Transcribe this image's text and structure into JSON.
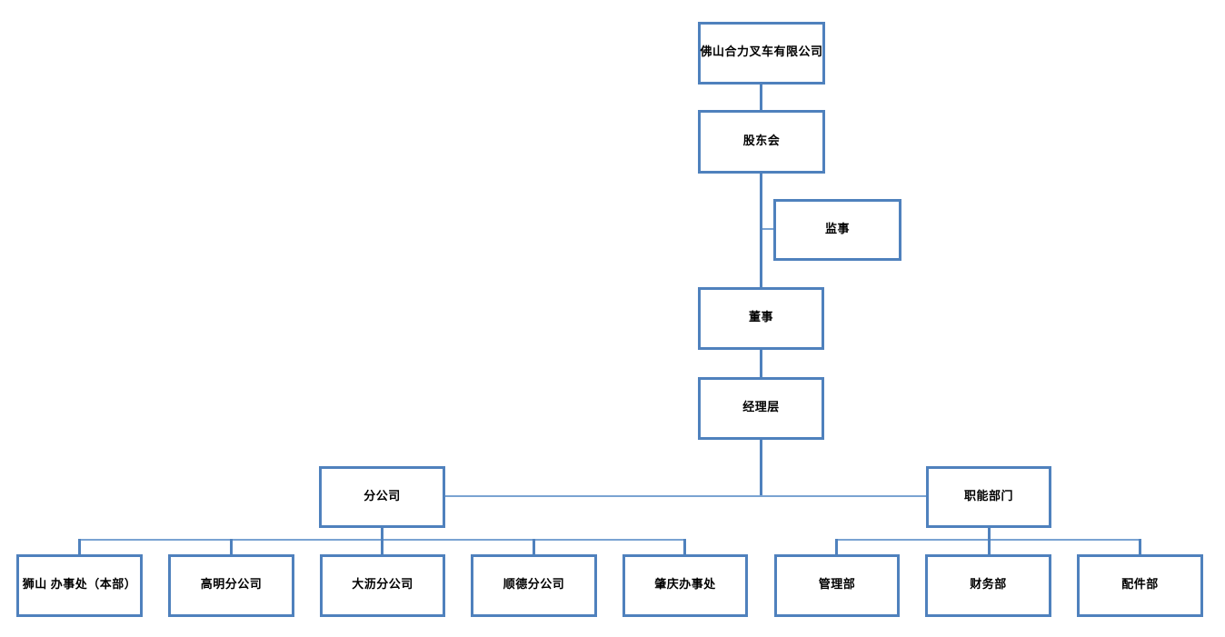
{
  "diagram": {
    "type": "org-chart",
    "background": "#ffffff",
    "colors": {
      "box_border": "#4f81bd",
      "connector": "#4f81bd",
      "connector_light": "#7aa3d2",
      "text": "#000000"
    },
    "nodes": [
      {
        "id": "company",
        "label": "佛山合力叉车有限公司"
      },
      {
        "id": "shareholders-meeting",
        "label": "股东会"
      },
      {
        "id": "supervisor",
        "label": "监事"
      },
      {
        "id": "director",
        "label": "董事"
      },
      {
        "id": "management-level",
        "label": "经理层"
      },
      {
        "id": "branch-companies",
        "label": "分公司"
      },
      {
        "id": "functional-departments",
        "label": "职能部门"
      },
      {
        "id": "shishan-office-hq",
        "label": "狮山 办事处（本部）"
      },
      {
        "id": "gaoming-branch",
        "label": "高明分公司"
      },
      {
        "id": "dali-branch",
        "label": "大沥分公司"
      },
      {
        "id": "shunde-branch",
        "label": "顺德分公司"
      },
      {
        "id": "zhaoqing-office",
        "label": "肇庆办事处"
      },
      {
        "id": "management-dept",
        "label": "管理部"
      },
      {
        "id": "finance-dept",
        "label": "财务部"
      },
      {
        "id": "parts-dept",
        "label": "配件部"
      }
    ],
    "edges": [
      {
        "from": "company",
        "to": "shareholders-meeting"
      },
      {
        "from": "shareholders-meeting",
        "to": "director"
      },
      {
        "from": "shareholders-meeting",
        "to": "supervisor",
        "note": "side stub off trunk"
      },
      {
        "from": "director",
        "to": "management-level"
      },
      {
        "from": "management-level",
        "to": "branch-companies"
      },
      {
        "from": "management-level",
        "to": "functional-departments"
      },
      {
        "from": "branch-companies",
        "to": "shishan-office-hq"
      },
      {
        "from": "branch-companies",
        "to": "gaoming-branch"
      },
      {
        "from": "branch-companies",
        "to": "dali-branch"
      },
      {
        "from": "branch-companies",
        "to": "shunde-branch"
      },
      {
        "from": "branch-companies",
        "to": "zhaoqing-office"
      },
      {
        "from": "functional-departments",
        "to": "management-dept"
      },
      {
        "from": "functional-departments",
        "to": "finance-dept"
      },
      {
        "from": "functional-departments",
        "to": "parts-dept"
      }
    ]
  }
}
